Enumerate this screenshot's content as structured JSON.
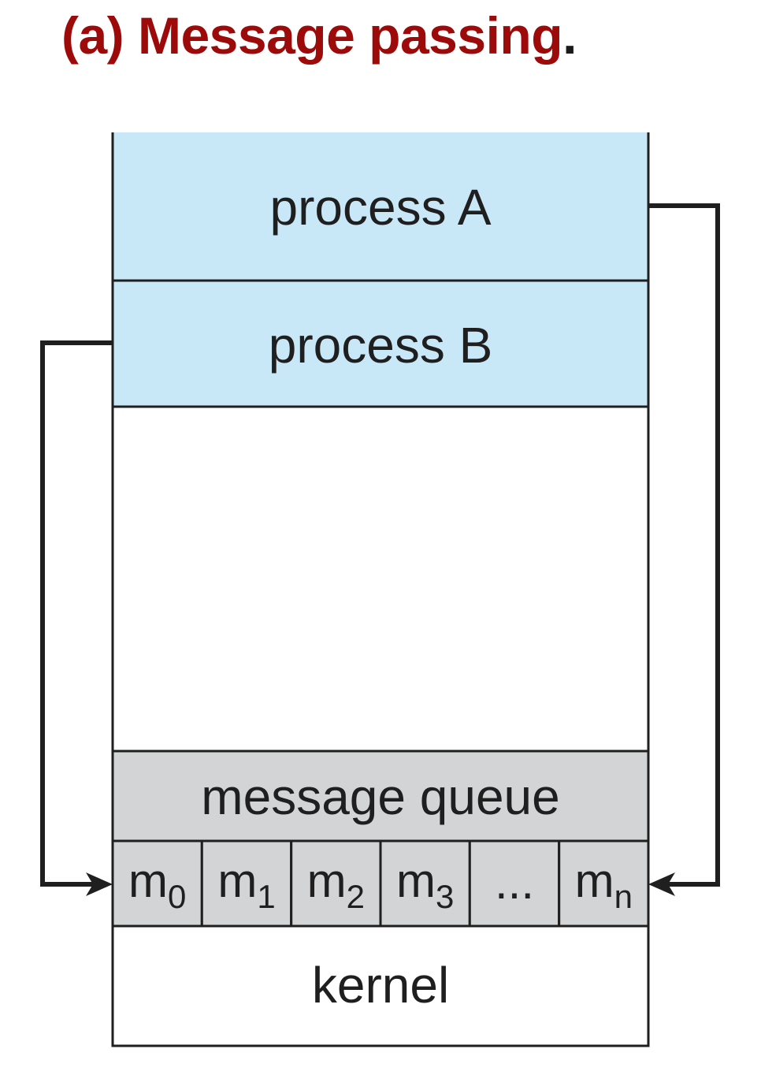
{
  "title": {
    "text": "(a) Message passing",
    "period": "."
  },
  "diagram": {
    "process_a": "process A",
    "process_b": "process B",
    "message_queue": "message queue",
    "kernel": "kernel",
    "messages": [
      {
        "base": "m",
        "sub": "0"
      },
      {
        "base": "m",
        "sub": "1"
      },
      {
        "base": "m",
        "sub": "2"
      },
      {
        "base": "m",
        "sub": "3"
      },
      {
        "base": "...",
        "sub": ""
      },
      {
        "base": "m",
        "sub": "n"
      }
    ]
  },
  "colors": {
    "title": "#9c0a0a",
    "process_fill": "#c8e8f8",
    "queue_fill": "#d3d4d6",
    "line": "#1f1f1f"
  }
}
